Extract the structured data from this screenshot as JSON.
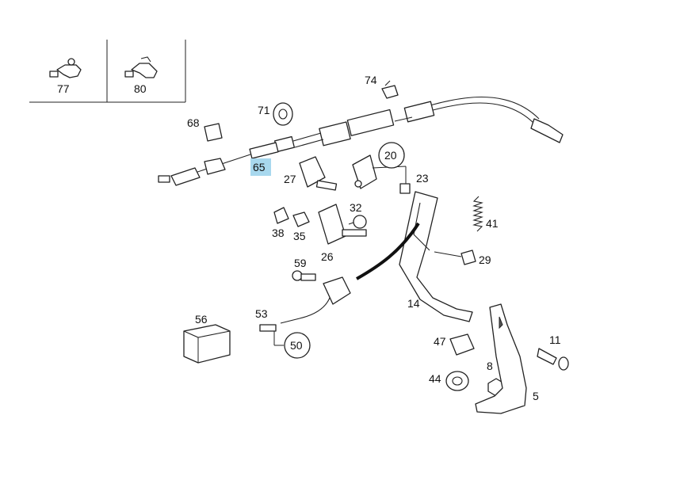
{
  "inset_labels": {
    "left": "77",
    "right": "80"
  },
  "labels": {
    "p74": "74",
    "p71": "71",
    "p68": "68",
    "p65": "65",
    "p20": "20",
    "p23": "23",
    "p27": "27",
    "p32": "32",
    "p41": "41",
    "p38": "38",
    "p35": "35",
    "p26": "26",
    "p29": "29",
    "p59": "59",
    "p14": "14",
    "p56": "56",
    "p53": "53",
    "p50": "50",
    "p47": "47",
    "p11": "11",
    "p8": "8",
    "p44": "44",
    "p5": "5"
  },
  "colors": {
    "highlight": "#a8d8ee",
    "ink": "#222222"
  }
}
